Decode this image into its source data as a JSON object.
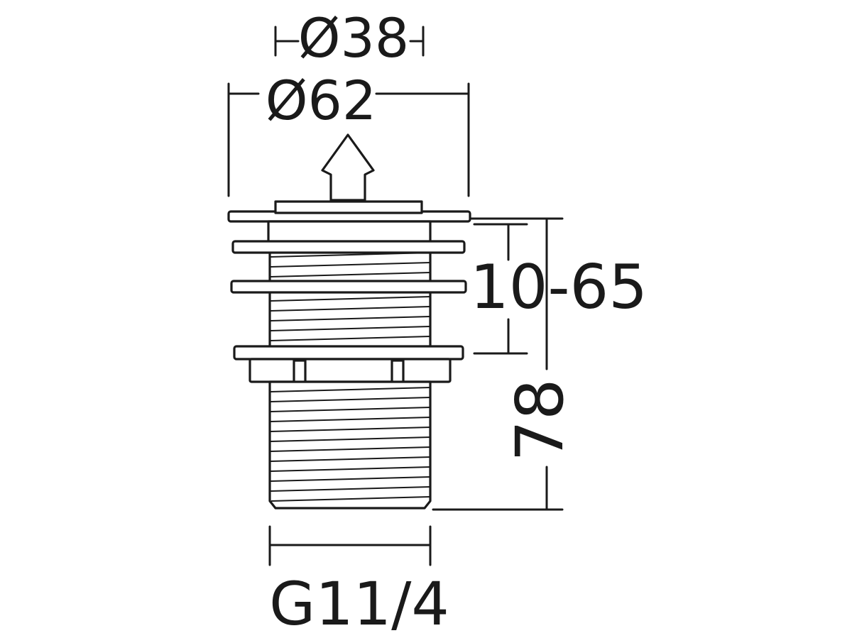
{
  "dimensions": {
    "inner_diameter": "Ø38",
    "outer_diameter": "Ø62",
    "adjust_range": "10-65",
    "total_height": "78",
    "thread": "G11/4"
  }
}
